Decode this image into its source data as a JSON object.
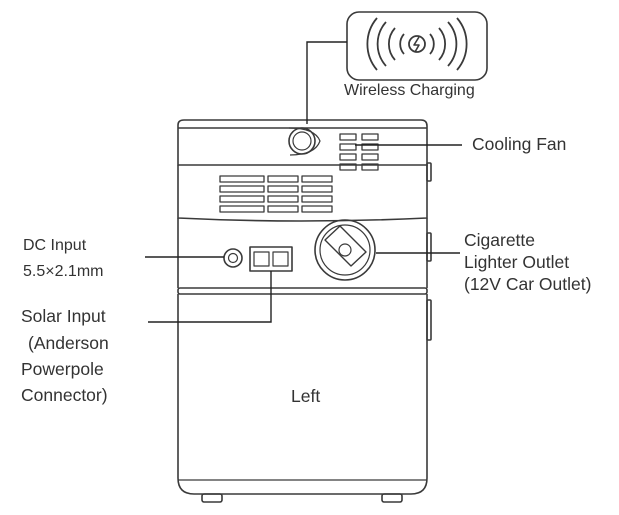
{
  "labels": {
    "wireless_charging": "Wireless Charging",
    "cooling_fan": "Cooling Fan",
    "dc_input_line1": "DC Input",
    "dc_input_line2": "5.5×2.1mm",
    "cigarette_line1": "Cigarette",
    "cigarette_line2": "Lighter Outlet",
    "cigarette_line3": "(12V Car Outlet)",
    "solar_line1": "Solar Input",
    "solar_line2": "(Anderson",
    "solar_line3": "Powerpole",
    "solar_line4": "Connector)",
    "side": "Left"
  },
  "colors": {
    "stroke": "#333333",
    "line": "#222222",
    "fill": "#ffffff"
  },
  "icons": {
    "wireless": "wireless-charging-icon",
    "fan": "fan-grille-icon"
  }
}
